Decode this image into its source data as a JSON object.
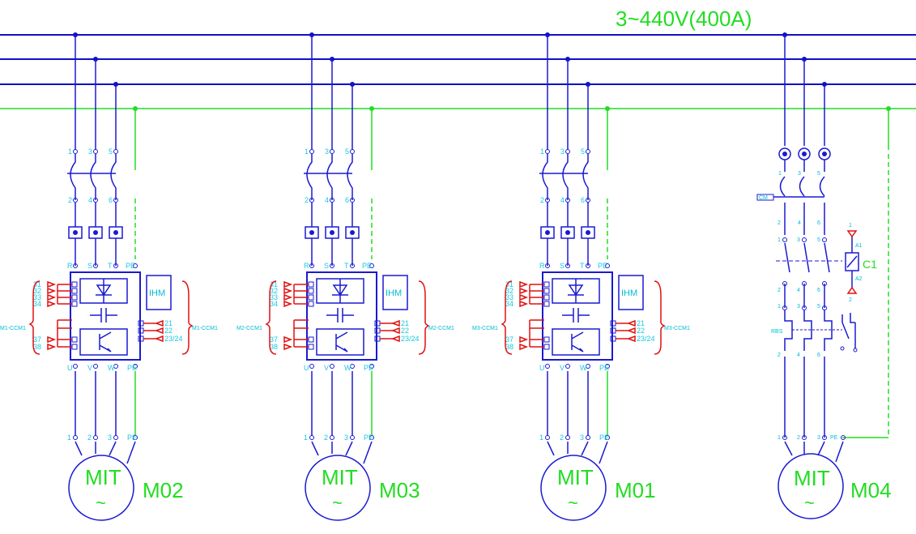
{
  "title": "3~440V(400A)",
  "drives": [
    {
      "motor_label": "M02",
      "motor_text": "MIT",
      "ccm_left": "M1-CCM1",
      "ccm_right": "M1-CCM1",
      "ihm": "IHM"
    },
    {
      "motor_label": "M03",
      "motor_text": "MIT",
      "ccm_left": "M2-CCM1",
      "ccm_right": "M2-CCM1",
      "ihm": "IHM"
    },
    {
      "motor_label": "M01",
      "motor_text": "MIT",
      "ccm_left": "M3-CCM1",
      "ccm_right": "M3-CCM1",
      "ihm": "IHM"
    }
  ],
  "drive_pins": {
    "breaker_top": [
      "1",
      "3",
      "5"
    ],
    "breaker_bottom": [
      "2",
      "4",
      "6"
    ],
    "input": [
      "R",
      "S",
      "T",
      "PE"
    ],
    "output": [
      "U",
      "V",
      "W",
      "PE"
    ],
    "motor": [
      "1",
      "2",
      "3",
      "PE"
    ],
    "inputs_left": [
      "31",
      "32",
      "33",
      "34",
      "37",
      "38"
    ],
    "outputs_right": [
      "21",
      "22",
      "23/24"
    ]
  },
  "starter": {
    "motor_label": "M04",
    "motor_text": "MIT",
    "coil_label": "C1",
    "rbs_label": "RBS",
    "breaker_tag": "CM",
    "coil_pins": [
      "1",
      "A1",
      "A2",
      "2"
    ],
    "top_pins": [
      "1",
      "3",
      "5"
    ],
    "bottom_pins": [
      "2",
      "4",
      "6"
    ],
    "motor_pins": [
      "1",
      "2",
      "3",
      "PE"
    ]
  },
  "symbols": {
    "tilde": "~"
  },
  "colors": {
    "bus": "#1010c8",
    "earth": "#22dd22",
    "wiring": "#1a1ad2",
    "io": "#e01010",
    "labels": "#00bcd4"
  }
}
